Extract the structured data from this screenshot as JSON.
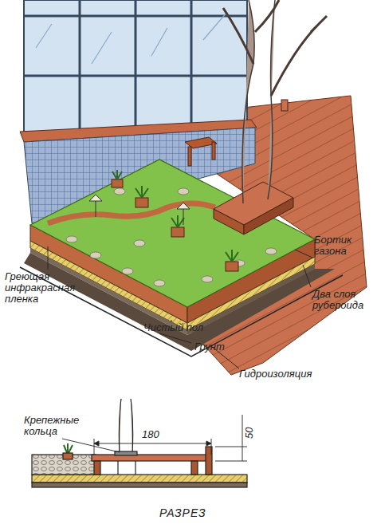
{
  "diagram": {
    "labels": [
      "Бортик газона",
      "Два слоя рубероида",
      "Греющая инфракрасная пленка",
      "Чистый пол",
      "Грунт",
      "Гидроизоляция",
      "Крепежные кольца",
      "180",
      "50",
      "РАЗРЕЗ"
    ]
  }
}
